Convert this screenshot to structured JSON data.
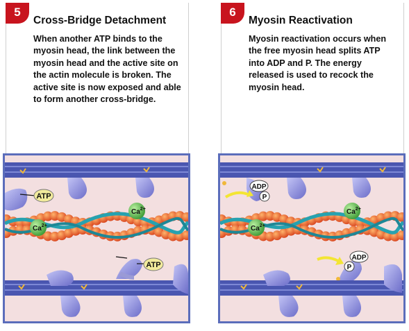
{
  "steps": [
    {
      "number": "5",
      "title": "Cross-Bridge Detachment",
      "text": "When another ATP binds to the myosin head, the link between the myosin head and the active site on the actin molecule is broken. The active site is now exposed and able to form another cross-bridge.",
      "labels": {
        "atp_upper": "ATP",
        "atp_lower": "ATP",
        "ca_left": "Ca",
        "ca_right": "Ca",
        "ca_sup": "2+"
      }
    },
    {
      "number": "6",
      "title": "Myosin Reactivation",
      "text": "Myosin reactivation occurs when the free myosin head splits ATP into ADP and P. The energy released is used to recock the myosin head.",
      "labels": {
        "adp_upper": "ADP",
        "p_upper": "P",
        "adp_lower": "ADP",
        "p_lower": "P",
        "ca_left": "Ca",
        "ca_right": "Ca",
        "ca_sup": "2+"
      }
    }
  ],
  "colors": {
    "badge": "#c8141e",
    "frame": "#5b6dbb",
    "thick_filament": "#4a56b0",
    "actin_bead": "#e8562a",
    "tropomyosin": "#27a2b0",
    "calcium": "#5cb84a",
    "myosin_head": "#8d8ee0",
    "atp_label": "#f2eb9c",
    "arrow": "#f3e533"
  }
}
